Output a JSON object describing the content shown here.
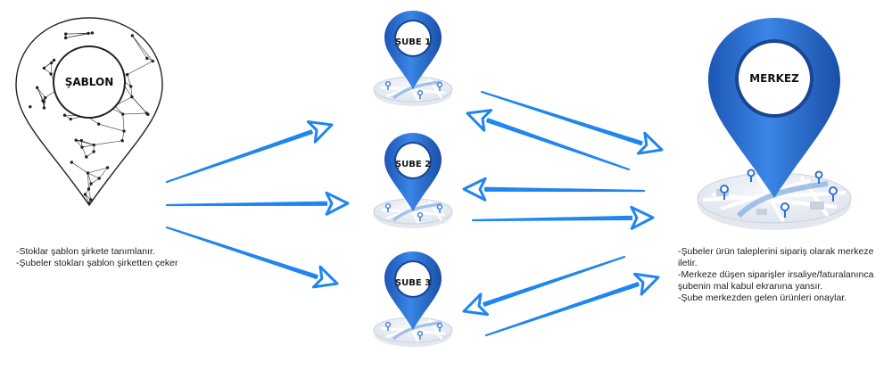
{
  "colors": {
    "pin_blue": "#2f73d4",
    "pin_dark": "#1d56b4",
    "arrow_blue": "#1f86f0",
    "map_base": "#eef1f5",
    "wire": "#222222"
  },
  "template_pin": {
    "label": "ŞABLON",
    "icon": "wireframe-map-pin-icon"
  },
  "branches": [
    {
      "label": "ŞUBE 1",
      "icon": "map-pin-icon"
    },
    {
      "label": "ŞUBE 2",
      "icon": "map-pin-icon"
    },
    {
      "label": "ŞUBE 3",
      "icon": "map-pin-icon"
    }
  ],
  "center_pin": {
    "label": "MERKEZ",
    "icon": "map-pin-icon"
  },
  "notes_left": [
    "-Stoklar şablon şirkete tanımlanır.",
    "-Şubeler stokları şablon şirketten çeker"
  ],
  "notes_right": [
    "-Şubeler ürün taleplerini sipariş olarak merkeze iletir.",
    "-Merkeze düşen siparişler irsaliye/faturalanınca şubenin mal kabul ekranına yansır.",
    "-Şube merkezden gelen ürünleri onaylar."
  ]
}
